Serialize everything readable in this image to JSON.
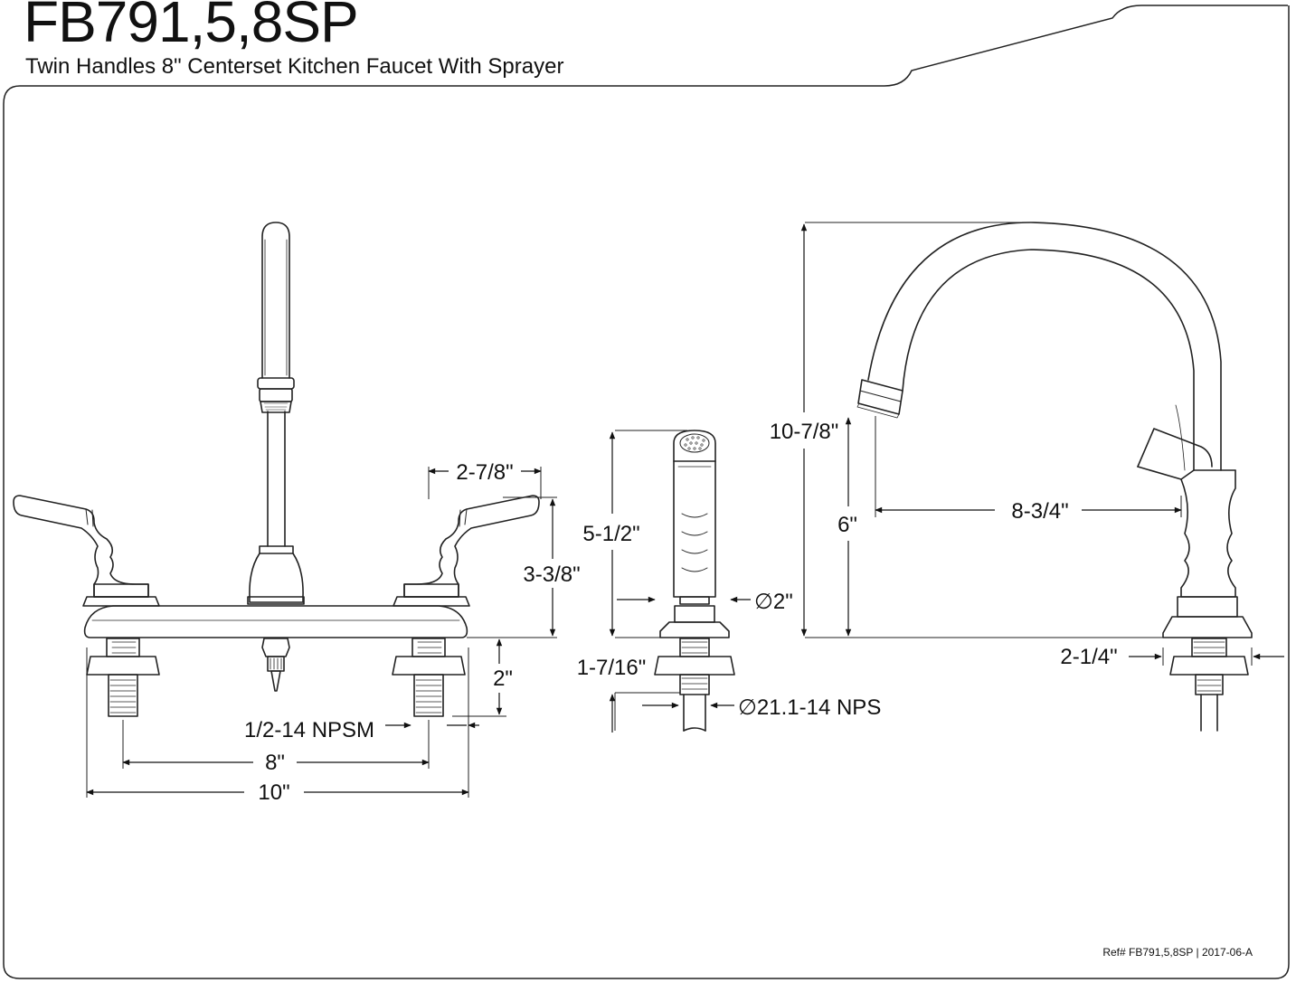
{
  "header": {
    "model": "FB791,5,8SP",
    "subtitle": "Twin Handles 8\" Centerset Kitchen Faucet With Sprayer"
  },
  "dimensions": {
    "handle_width": "2-7/8\"",
    "handle_height": "3-3/8\"",
    "deck_thickness": "2\"",
    "inlet_thread": "1/2-14 NPSM",
    "center_spacing": "8\"",
    "overall_width": "10\"",
    "sprayer_height": "5-1/2\"",
    "sprayer_base_dia": "∅2\"",
    "sprayer_mount_thickness": "1-7/16\"",
    "sprayer_thread": "∅21.1-14 NPS",
    "spout_height": "10-7/8\"",
    "spout_clearance": "6\"",
    "spout_reach": "8-3/4\"",
    "base_offset": "2-1/4\""
  },
  "footer": {
    "ref": "Ref# FB791,5,8SP | 2017-06-A"
  }
}
